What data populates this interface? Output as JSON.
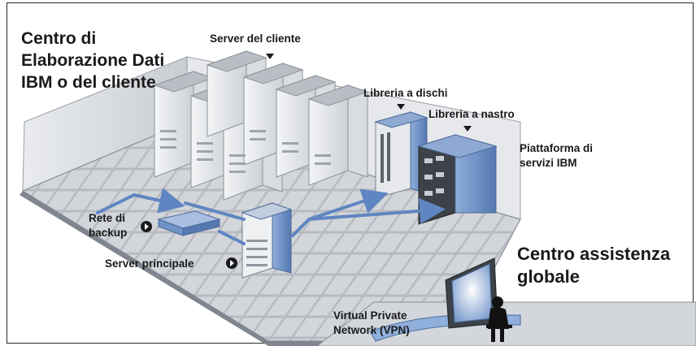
{
  "title": {
    "line1": "Centro di",
    "line2": "Elaborazione Dati",
    "line3": "IBM o del cliente"
  },
  "labels": {
    "client_servers": "Server del cliente",
    "disk_library": "Libreria a dischi",
    "tape_library": "Libreria a nastro",
    "platform_line1": "Piattaforma di",
    "platform_line2": "servizi IBM",
    "backup_line1": "Rete di",
    "backup_line2": "backup",
    "main_server": "Server principale",
    "vpn_line1": "Virtual Private",
    "vpn_line2": "Network (VPN)",
    "global_line1": "Centro assistenza",
    "global_line2": "globale"
  },
  "colors": {
    "floor": "#9aa0a8",
    "floor_tile": "#c4c8cd",
    "rack": "#e4e6e9",
    "blue": "#6f93c6",
    "arrow": "#5f86c2",
    "frame": "#2a2a2a"
  }
}
